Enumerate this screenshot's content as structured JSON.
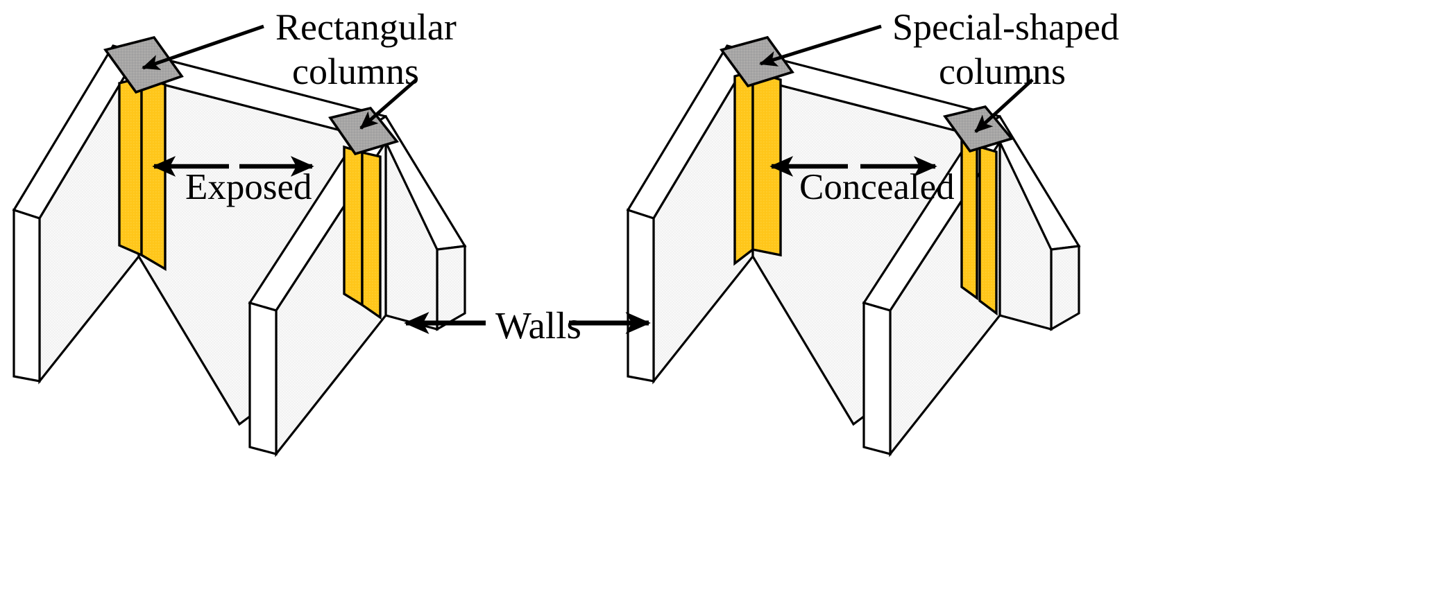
{
  "figure": {
    "kind": "isometric-technical-diagram",
    "title": "",
    "description": "Comparison of two reinforced-concrete wall assemblies drawn in isometric view: left assembly uses rectangular columns that are exposed beyond the wall face, right assembly uses special-shaped columns that are concealed within the wall thickness.",
    "background_color": "#FFFFFF"
  },
  "colors": {
    "column_yellow": "#FFC61A",
    "column_cap_gray": "#A6A6A6",
    "wall_face_gray": "#F0F0F0",
    "wall_edge_white": "#FFFFFF",
    "outline_black": "#000000",
    "text_black": "#000000"
  },
  "left_assembly": {
    "name": "rectangular-column-assembly",
    "column_label": "Rectangular\ncolumns",
    "column_label_line1": "Rectangular",
    "column_label_line2": "columns",
    "condition_label": "Exposed",
    "column_count": 2,
    "wall_count": 3,
    "column_type": "rectangular",
    "column_condition": "exposed"
  },
  "right_assembly": {
    "name": "special-shaped-column-assembly",
    "column_label": "Special-shaped\ncolumns",
    "column_label_line1": "Special-shaped",
    "column_label_line2": "columns",
    "condition_label": "Concealed",
    "column_count": 2,
    "wall_count": 3,
    "column_type": "special-shaped",
    "column_condition": "concealed"
  },
  "center_annotation": {
    "label": "Walls",
    "arrow_left_direction": "left",
    "arrow_right_direction": "right"
  },
  "annotations": [
    {
      "id": "rect-col-label",
      "text": "Rectangular",
      "pointer": "leader-line-with-arrowhead"
    },
    {
      "id": "rect-col-label-2",
      "text": "columns",
      "pointer": "leader-line-with-arrowhead"
    },
    {
      "id": "exposed-label",
      "text": "Exposed",
      "pointer": "double-headed-arrow"
    },
    {
      "id": "walls-label",
      "text": "Walls",
      "pointer": "double-headed-arrow"
    },
    {
      "id": "special-col-label",
      "text": "Special-shaped",
      "pointer": "leader-line-with-arrowhead"
    },
    {
      "id": "special-col-label-2",
      "text": "columns",
      "pointer": "leader-line-with-arrowhead"
    },
    {
      "id": "concealed-label",
      "text": "Concealed",
      "pointer": "double-headed-arrow"
    }
  ]
}
